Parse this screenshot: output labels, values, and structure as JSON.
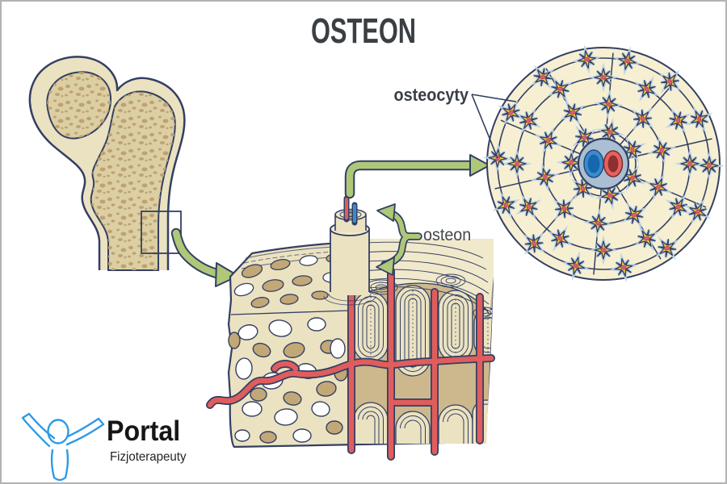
{
  "title": "OSTEON",
  "labels": {
    "osteocytes": "osteocyty",
    "osteon": "osteon"
  },
  "logo": {
    "brand": "Portal",
    "subtitle": "Fizjoterapeuty"
  },
  "icons": {
    "femur_to_block_arrow": "green-s-curve-arrow",
    "cylinder_to_circle_arrow": "green-elbow-arrow",
    "osteon_brace_arrow": "green-double-curved-arrow",
    "osteocyte_pointer": "forked-pointer-lines",
    "logo_figure": "person-arms-raised-outline",
    "magnified_region": "rectangle-outline"
  },
  "colors": {
    "outline_navy": "#333f63",
    "bone_cream": "#ebe2c1",
    "bone_top_cream": "#f1e9cb",
    "bone_sand": "#dbcfa3",
    "speckle_tan": "#c1a171",
    "hole_tan": "#c2a876",
    "compact_gap_tan": "#cdb78c",
    "vessel_red": "#e05d5d",
    "vessel_blue": "#3a8ccd",
    "arrow_green": "#aec878",
    "circle_bg": "#f6efd2",
    "cell_yellow": "#f5c242",
    "cell_glow_blue": "#b9d2e5",
    "cell_nucleus_pink": "#d95f70",
    "canal_gray_blue": "#aabfd3",
    "title_gray": "#3a3f44",
    "logo_blue": "#2e9be6",
    "frame_border_gray": "#b3b3b3"
  }
}
